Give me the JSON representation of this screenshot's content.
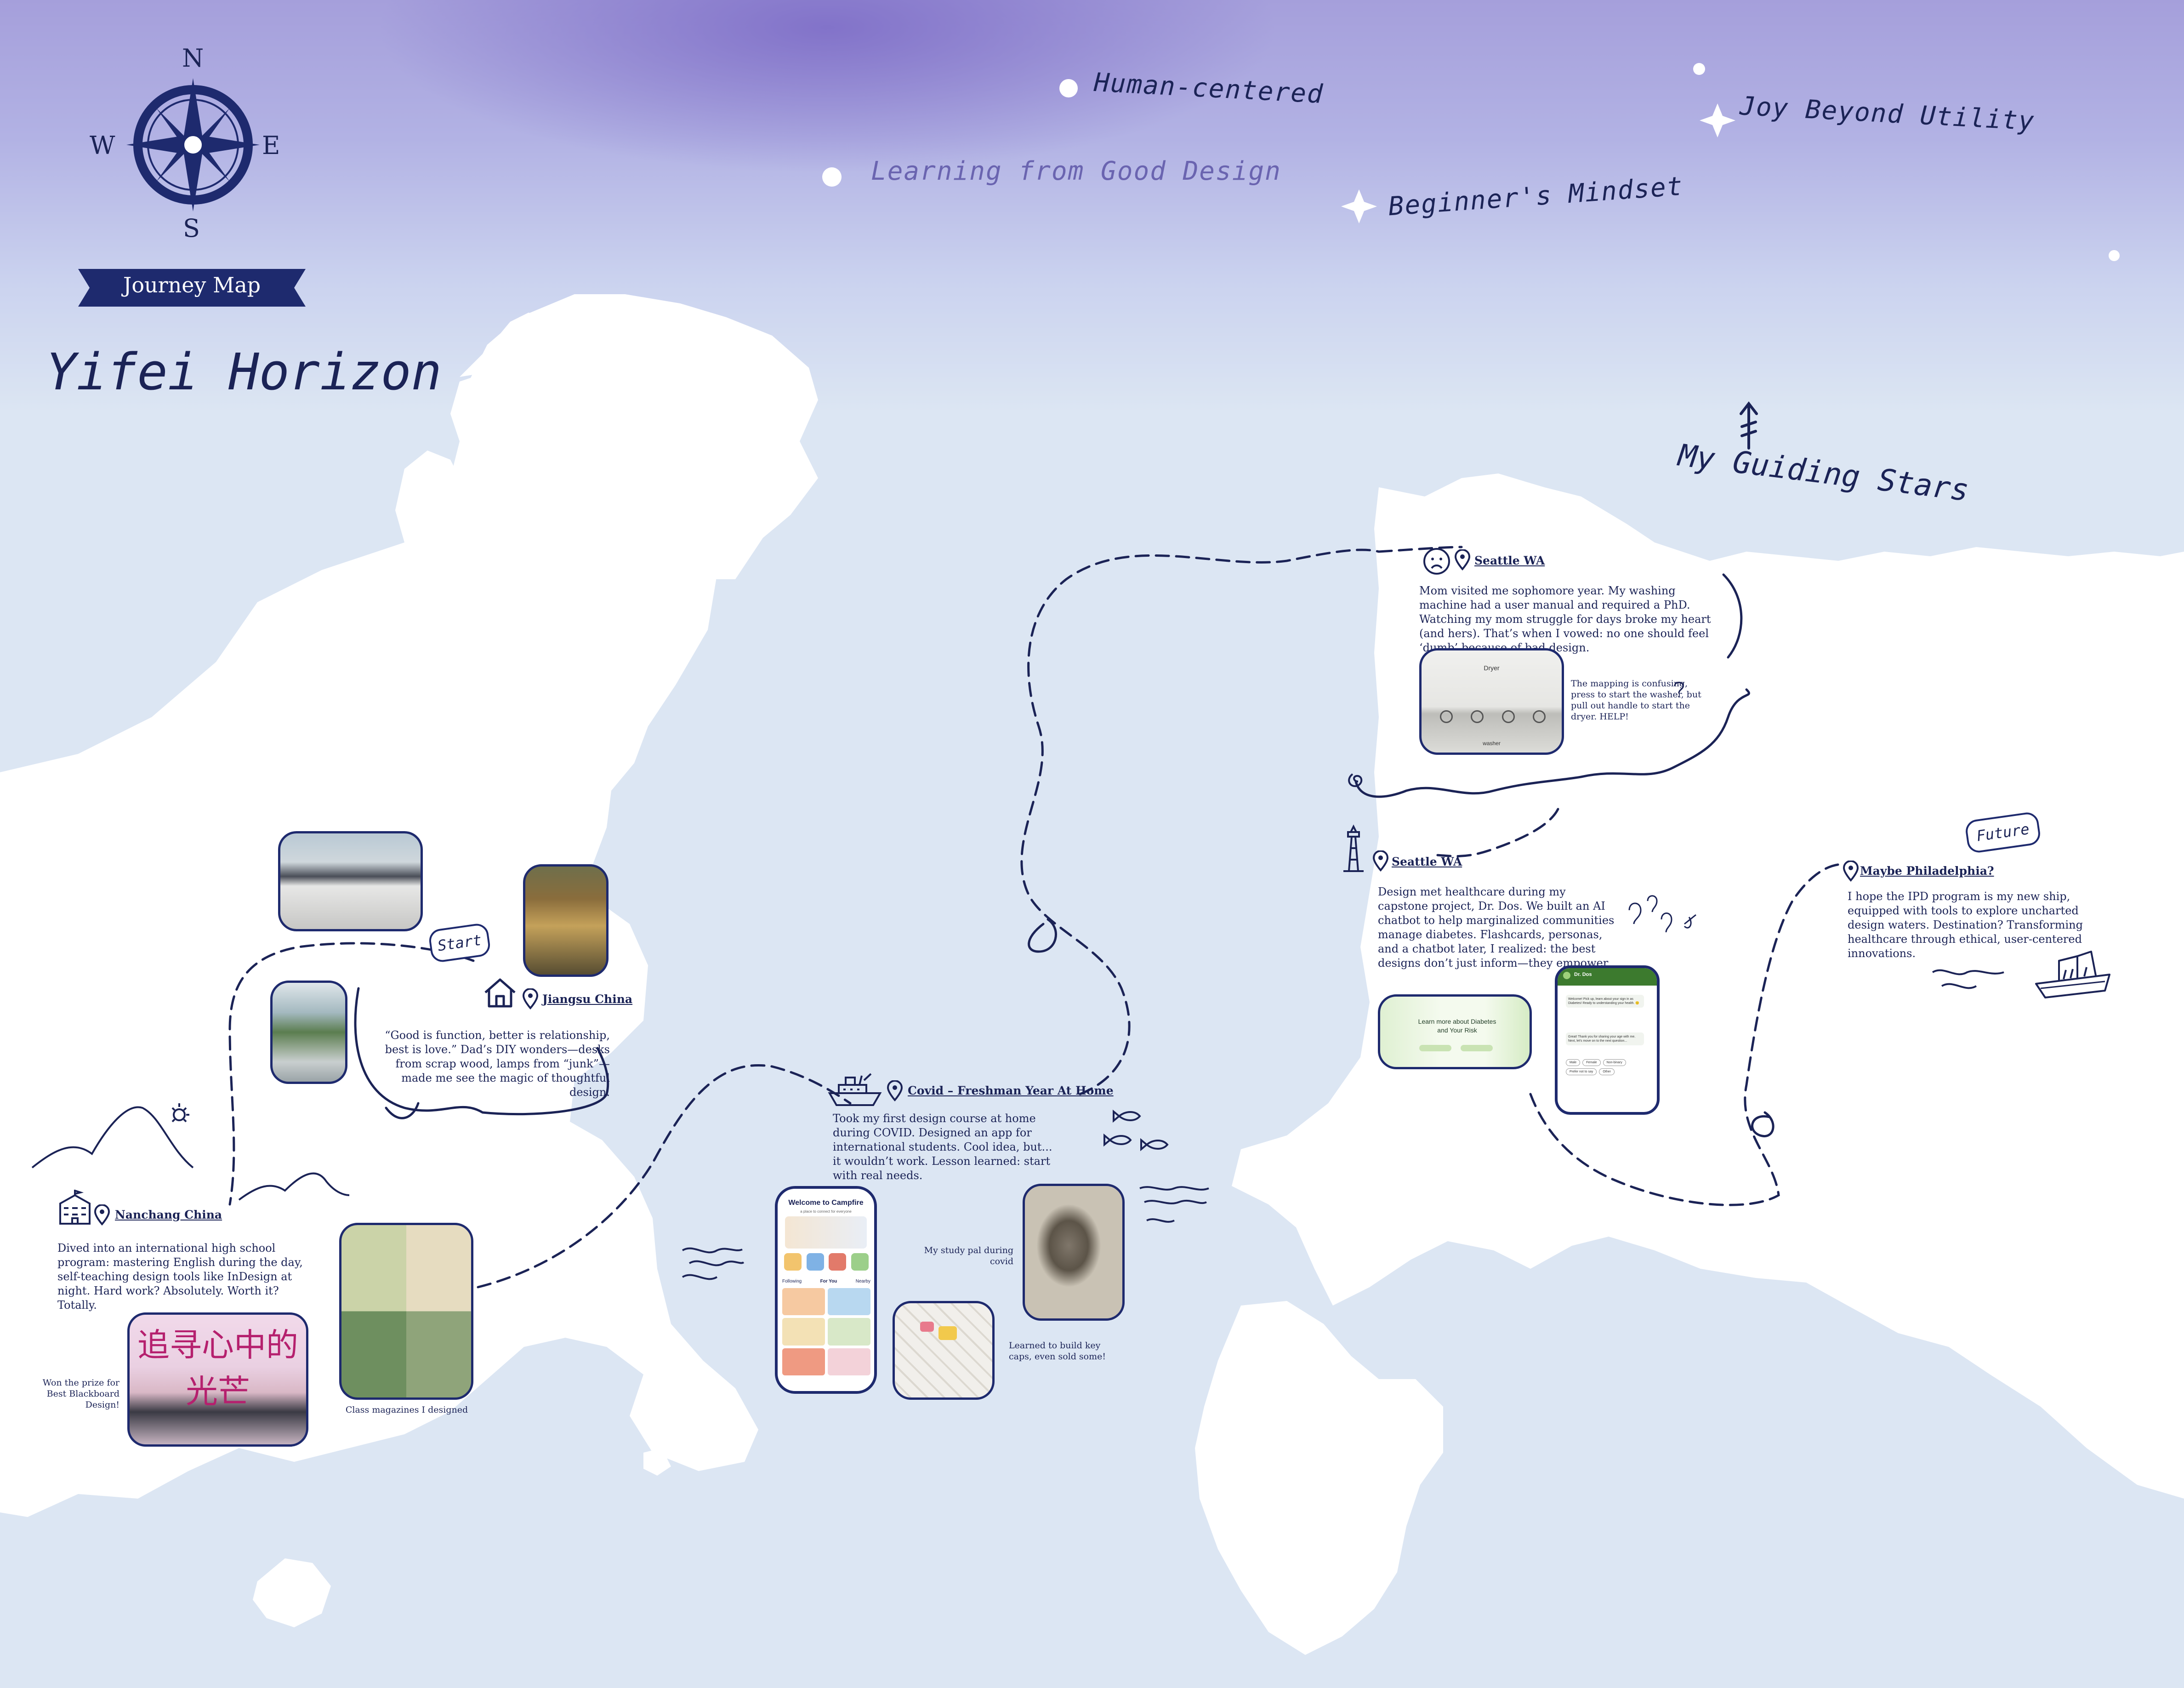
{
  "compass": {
    "north": "N",
    "south": "S",
    "east": "E",
    "west": "W"
  },
  "banner": {
    "label": "Journey Map"
  },
  "title": "Yifei Horizon",
  "guiding_stars": {
    "heading": "My Guiding Stars",
    "items": [
      "Human-centered",
      "Joy Beyond Utility",
      "Learning from Good Design",
      "Beginner's Mindset"
    ]
  },
  "stops": {
    "jiangsu": {
      "title": "Jiangsu China",
      "tag": "Start",
      "text": "“Good is function, better is relationship, best is love.” Dad’s DIY wonders—desks from scrap wood, lamps from “junk”—made me see the magic of thoughtful design."
    },
    "nanchang": {
      "title": "Nanchang China",
      "text": "Dived into an international high school program: mastering English during the day, self-teaching design tools like InDesign at night. Hard work? Absolutely. Worth it? Totally.",
      "caption_prize": "Won the prize for Best Blackboard Design!",
      "caption_magazines": "Class magazines I designed",
      "poster_heading": "追寻心中的光芒"
    },
    "covid": {
      "title": "Covid – Freshman Year At Home",
      "text": "Took my first design course at home during COVID. Designed an app for international students. Cool idea, but... it wouldn’t work. Lesson learned: start with real needs.",
      "caption_pal": "My study pal during covid",
      "caption_keycaps": "Learned to build key caps, even sold some!",
      "app": {
        "header": "Welcome to Campfire",
        "subheader": "a place to connect for everyone",
        "tabs": [
          "Following",
          "For You",
          "Nearby"
        ]
      }
    },
    "seattle1": {
      "title": "Seattle WA",
      "text": "Mom visited me sophomore year. My washing machine had a user manual and required a PhD. Watching my mom struggle for days broke my heart (and hers). That’s when I vowed: no one  should feel ‘dumb’ because of bad design.",
      "note": "The mapping is confusing, press to start the washer, but pull out handle to start the dryer. HELP!",
      "dryer_label": "Dryer",
      "washer_label": "washer"
    },
    "seattle2": {
      "title": "Seattle WA",
      "text": "Design met healthcare during my capstone project, Dr. Dos. We built an AI chatbot to help marginalized communities manage diabetes. Flashcards, personas, and a chatbot later, I realized: the best designs don’t just inform—they empower.",
      "card_title": "Learn more about Diabetes and Your Risk",
      "chat": {
        "name": "Dr. Dos",
        "msg1": "Welcome! Pick up, learn about your sign in as Diabetes! Ready to understanding your health. 🙂",
        "msg2": "Great! Thank you for sharing your age with me. Next, let's move on to the next question...",
        "chips": [
          "Male",
          "Female",
          "Non-binary",
          "Prefer not to say",
          "Other"
        ]
      }
    },
    "philadelphia": {
      "title": "Maybe Philadelphia?",
      "tag": "Future",
      "text": "I hope the IPD program is my new ship, equipped with tools to explore uncharted design waters. Destination? Transforming healthcare through ethical, user-centered innovations."
    }
  },
  "colors": {
    "ink": "#1b2356",
    "navy": "#1e2a6e",
    "land": "#ffffff",
    "sea": "#dce6f3",
    "sky": "#a59fdb",
    "green": "#3c7a2e"
  }
}
